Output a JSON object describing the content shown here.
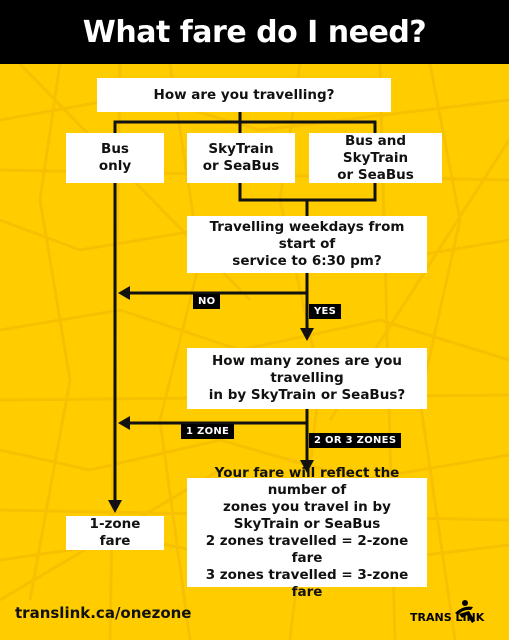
{
  "title": "What fare do I need?",
  "question_travel": "How are you travelling?",
  "option_bus": [
    "Bus",
    "only"
  ],
  "option_skytrain": [
    "SkyTrain",
    "or SeaBus"
  ],
  "option_bus_skytrain": [
    "Bus and SkyTrain",
    "or SeaBus"
  ],
  "question_time": [
    "Travelling weekdays from start of",
    "service to 6:30 pm?"
  ],
  "label_no": "NO",
  "label_yes": "YES",
  "question_zones": [
    "How many zones are you travelling",
    "in by SkyTrain or SeaBus?"
  ],
  "label_one_zone": "1 ZONE",
  "label_two_three_zones": "2 OR 3 ZONES",
  "result_one_zone": "1-zone fare",
  "result_multi": [
    "Your fare will reflect the number of",
    "zones you travel in by",
    "SkyTrain or SeaBus"
  ],
  "result_multi_rules": [
    "2 zones travelled = 2-zone fare",
    "3 zones travelled = 3-zone fare"
  ],
  "footer_url": "translink.ca/onezone",
  "logo_text": "TRANS LINK",
  "colors": {
    "background": "#FFCC00",
    "header": "#000000",
    "box": "#FFFFFF",
    "line": "#111111"
  }
}
